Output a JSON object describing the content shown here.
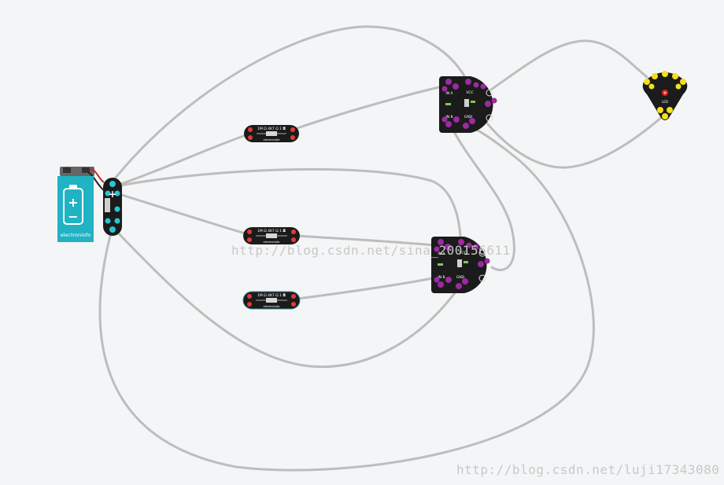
{
  "battery": {
    "brand": "electroniofo",
    "plus_glyph": "+",
    "minus_glyph": "−",
    "color": "#1fb3c4"
  },
  "battery_board": {
    "plus_glyph": "+",
    "pin_color": "#29c4d6",
    "board_color": "#1b1b1b"
  },
  "resistors": [
    {
      "id": "resistor-1",
      "label": "1M   Ω 4K7  Ω 1  ◘",
      "brand": "electroniofo",
      "pin_color": "#e53935"
    },
    {
      "id": "resistor-2",
      "label": "1M   Ω 4K7  Ω 1  ◘",
      "brand": "electroniofo",
      "pin_color": "#e53935"
    },
    {
      "id": "resistor-3",
      "label": "1M   Ω 4K7  Ω 1  ◘",
      "brand": "electroniofo",
      "pin_color": "#e53935"
    }
  ],
  "transistors": [
    {
      "id": "transistor-upper",
      "labels": [
        "IN A",
        "VCC",
        "IN B",
        "GND"
      ],
      "pin_color": "#9c2aa0"
    },
    {
      "id": "transistor-lower",
      "labels": [
        "IN A",
        "VCC",
        "IN B",
        "GND"
      ],
      "pin_color": "#9c2aa0"
    }
  ],
  "led_board": {
    "pin_color": "#f2e01b",
    "led_color": "#e11d1d",
    "label": "LED"
  },
  "watermarks": {
    "center": "http://blog.csdn.net/sina_200156611",
    "bottom": "http://blog.csdn.net/luji17343080"
  },
  "colors": {
    "wire": "#bdbdbd",
    "board": "#1b1b1b",
    "background": "#f4f5f6"
  }
}
